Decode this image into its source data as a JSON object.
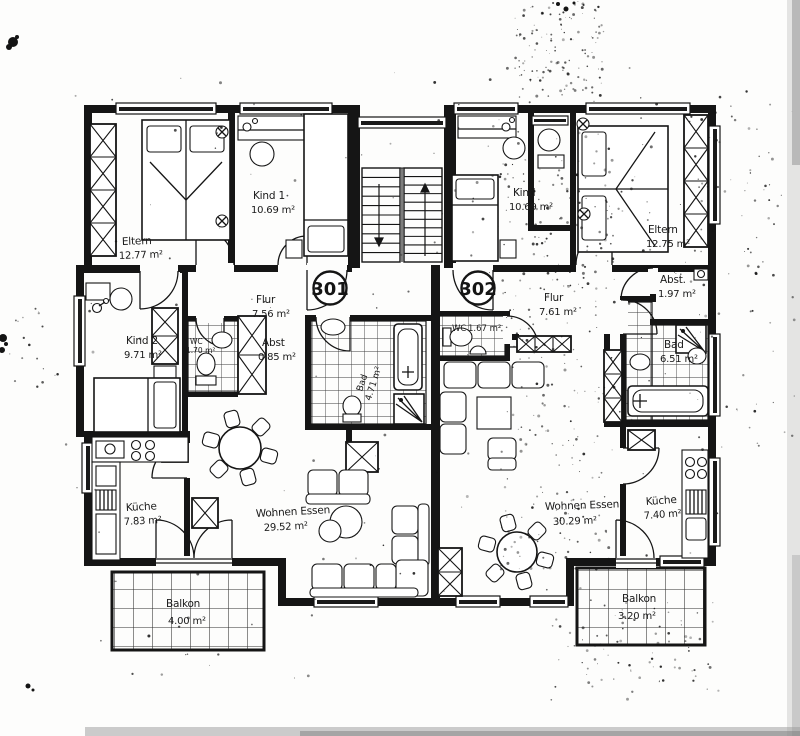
{
  "document": {
    "kind": "apartment floor plan scan"
  },
  "units": {
    "u301": {
      "number": "301"
    },
    "u302": {
      "number": "302"
    }
  },
  "rooms": {
    "eltern301": {
      "name": "Eltern",
      "area": "12.77 m²"
    },
    "kind1_301": {
      "name": "Kind 1",
      "area": "10.69 m²"
    },
    "kind2_301": {
      "name": "Kind 2",
      "area": "9.71 m²"
    },
    "flur301": {
      "name": "Flur",
      "area": "7.56 m²"
    },
    "abst301": {
      "name": "Abst",
      "area": "0.85 m²"
    },
    "wc301": {
      "name": "WC",
      "area": "1.70 m²"
    },
    "bad301": {
      "name": "Bad",
      "area": "4.71 m²"
    },
    "kueche301": {
      "name": "Küche",
      "area": "7.83 m²"
    },
    "wohnen301": {
      "name": "Wohnen Essen",
      "area": "29.52 m²"
    },
    "balkon301": {
      "name": "Balkon",
      "area": "4.00 m²"
    },
    "kind302": {
      "name": "Kind",
      "area": "10.69 m²"
    },
    "eltern302": {
      "name": "Eltern",
      "area": "12.75 m²"
    },
    "abst302": {
      "name": "Abst.",
      "area": "1.97 m²"
    },
    "flur302": {
      "name": "Flur",
      "area": "7.61 m²"
    },
    "wc302": {
      "name": "WC",
      "area": "1.67 m²"
    },
    "bad302": {
      "name": "Bad",
      "area": "6.51 m²"
    },
    "kueche302": {
      "name": "Küche",
      "area": "7.40 m²"
    },
    "wohnen302": {
      "name": "Wohnen Essen",
      "area": "30.29 m²"
    },
    "balkon302": {
      "name": "Balkon",
      "area": "3.20 m²"
    }
  },
  "colors": {
    "ink": "#151515",
    "paper": "#fdfdfc"
  }
}
